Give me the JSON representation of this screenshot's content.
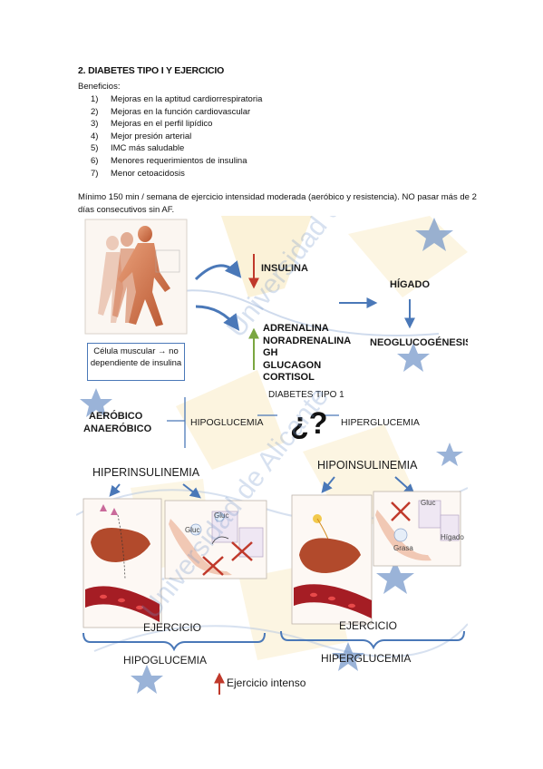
{
  "doc": {
    "title": "2.   DIABETES TIPO I Y EJERCICIO",
    "subtitle": "Beneficios:",
    "benefits": [
      {
        "num": "1)",
        "text": "Mejoras en la aptitud cardiorrespiratoria"
      },
      {
        "num": "2)",
        "text": "Mejoras en la función cardiovascular"
      },
      {
        "num": "3)",
        "text": "Mejoras en el perfil lipídico"
      },
      {
        "num": "4)",
        "text": "Mejor presión arterial"
      },
      {
        "num": "5)",
        "text": "IMC más saludable"
      },
      {
        "num": "6)",
        "text": "Menores requerimientos de insulina"
      },
      {
        "num": "7)",
        "text": "Menor cetoacidosis"
      }
    ],
    "paragraph": "Mínimo 150 min / semana de ejercicio intensidad moderada (aeróbico y resistencia). NO pasar más de 2 días consecutivos sin AF."
  },
  "figure": {
    "insulina": "INSULINA",
    "higado": "HÍGADO",
    "hormones": [
      "ADRENALINA",
      "NORADRENALINA",
      "GH",
      "GLUCAGON",
      "CORTISOL"
    ],
    "neoglucogenesis": "NEOGLUCOGÉNESIS",
    "cell_box": "Célula muscular → no dependiente de insulina",
    "diabetes_tipo_1": "DIABETES TIPO 1",
    "aerobico": "AERÓBICO",
    "anaerobico": "ANAERÓBICO",
    "hipoglucemia_top": "HIPOGLUCEMIA",
    "question": "¿?",
    "hiperglucemia_top": "HIPERGLUCEMIA",
    "hiperinsulinemia": "HIPERINSULINEMIA",
    "hipoinsulinemia": "HIPOINSULINEMIA",
    "ejercicio_left": "EJERCICIO",
    "ejercicio_right": "EJERCICIO",
    "hipoglucemia_bottom": "HIPOGLUCEMIA",
    "hiperglucemia_bottom": "HIPERGLUCEMIA",
    "ejercicio_intenso": "Ejercicio intenso",
    "watermark": "Universidad de Alicante",
    "tags": {
      "gluc": "Gluc",
      "higado": "Hígado",
      "grasa": "Grasa"
    }
  },
  "colors": {
    "blue_arrow": "#4a78b8",
    "red_arrow": "#c0392b",
    "green_arrow": "#7aa640",
    "watermark_star": "#6f93c8",
    "watermark_gold": "#f4d88a"
  }
}
